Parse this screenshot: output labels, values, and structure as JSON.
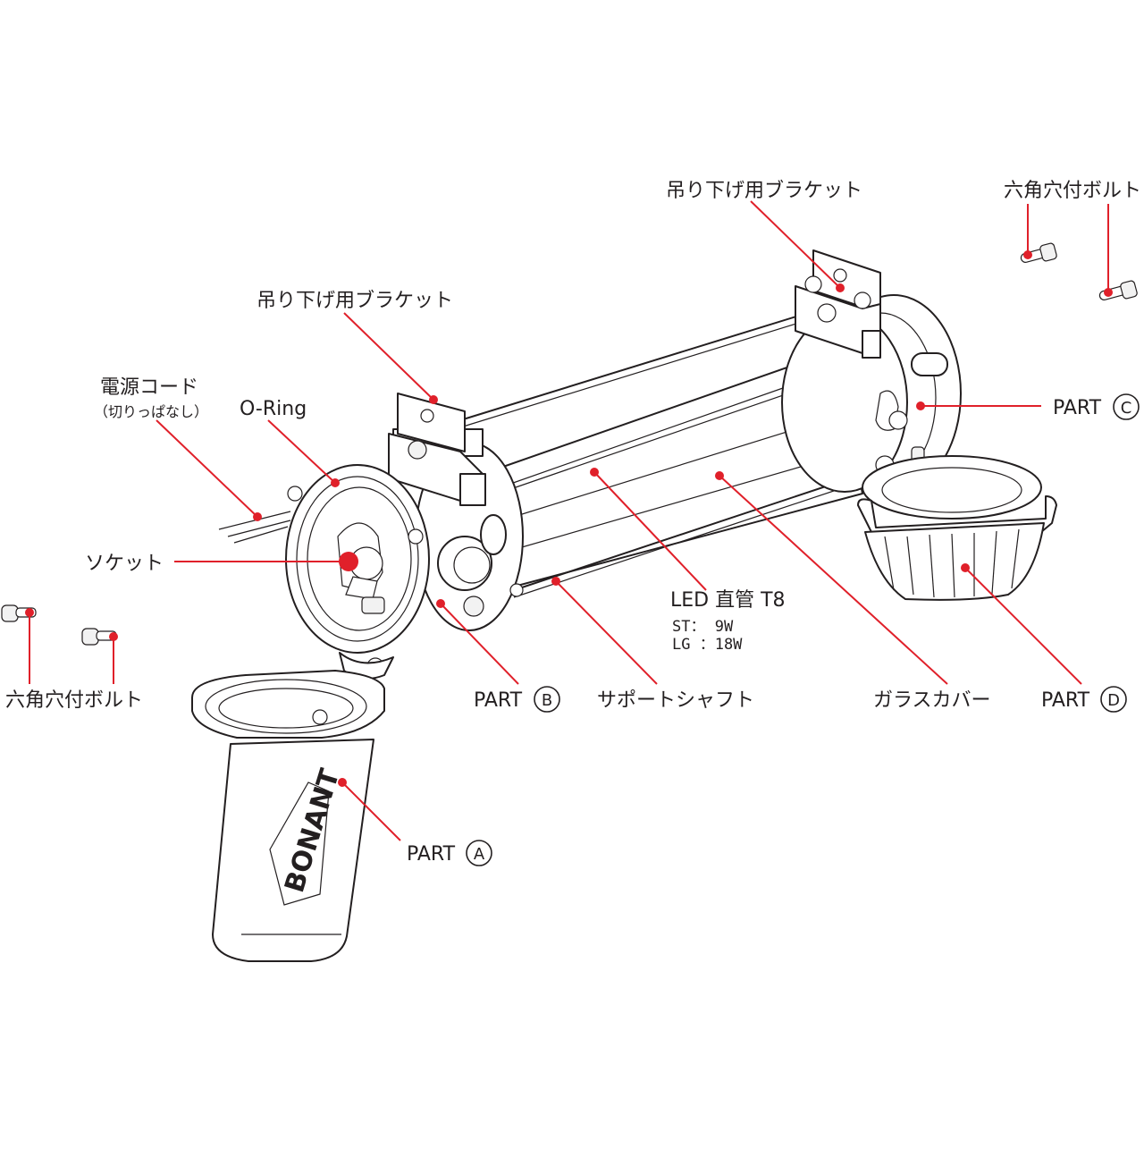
{
  "brand": {
    "logo_text": "BONANT"
  },
  "colors": {
    "leader": "#e0202a",
    "linework": "#231f20",
    "background": "#ffffff"
  },
  "labels": {
    "bracket_top": "吊り下げ用ブラケット",
    "bracket_left": "吊り下げ用ブラケット",
    "bolt_top_right": "六角穴付ボルト",
    "bolt_bottom_left": "六角穴付ボルト",
    "power_cord": "電源コード",
    "power_cord_note": "（切りっぱなし）",
    "o_ring": "O-Ring",
    "socket": "ソケット",
    "part_a": "PART",
    "part_a_letter": "A",
    "part_b": "PART",
    "part_b_letter": "B",
    "part_c": "PART",
    "part_c_letter": "C",
    "part_d": "PART",
    "part_d_letter": "D",
    "led_tube": "LED 直管 T8",
    "led_st": "ST：  9W",
    "led_lg": "LG ：18W",
    "support_shaft": "サポートシャフト",
    "glass_cover": "ガラスカバー"
  }
}
